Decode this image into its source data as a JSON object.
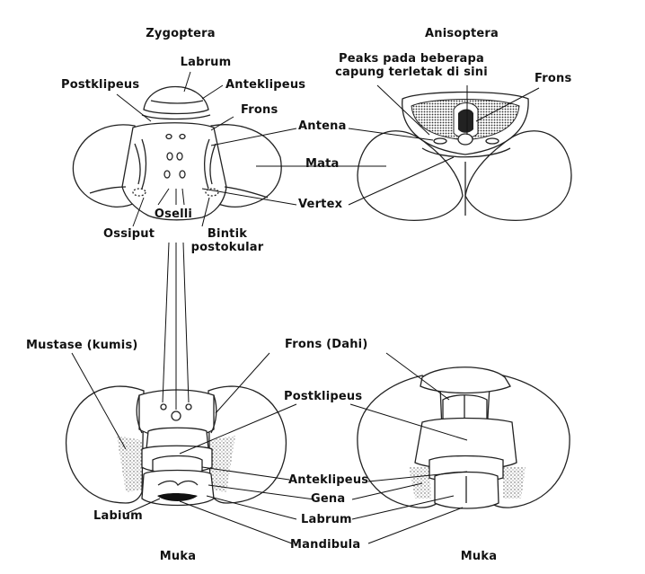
{
  "titles": {
    "zygoptera": "Zygoptera",
    "anisoptera": "Anisoptera",
    "muka_left": "Muka",
    "muka_right": "Muka"
  },
  "labels": {
    "labrum_top": "Labrum",
    "postklipeus_top": "Postklipeus",
    "anteklipeus_top": "Anteklipeus",
    "frons_top": "Frons",
    "peaks": "Peaks pada beberapa\ncapung terletak di sini",
    "frons_right": "Frons",
    "antena": "Antena",
    "mata": "Mata",
    "vertex": "Vertex",
    "oselli": "Oselli",
    "ossiput": "Ossiput",
    "bintik": "Bintik\npostokular",
    "mustase": "Mustase (kumis)",
    "frons_dahi": "Frons (Dahi)",
    "postklipeus_bottom": "Postklipeus",
    "anteklipeus_bottom": "Anteklipeus",
    "gena": "Gena",
    "labium": "Labium",
    "labrum_bottom": "Labrum",
    "mandibula": "Mandibula"
  },
  "colors": {
    "ink": "#111111",
    "stipple": "#555555"
  }
}
